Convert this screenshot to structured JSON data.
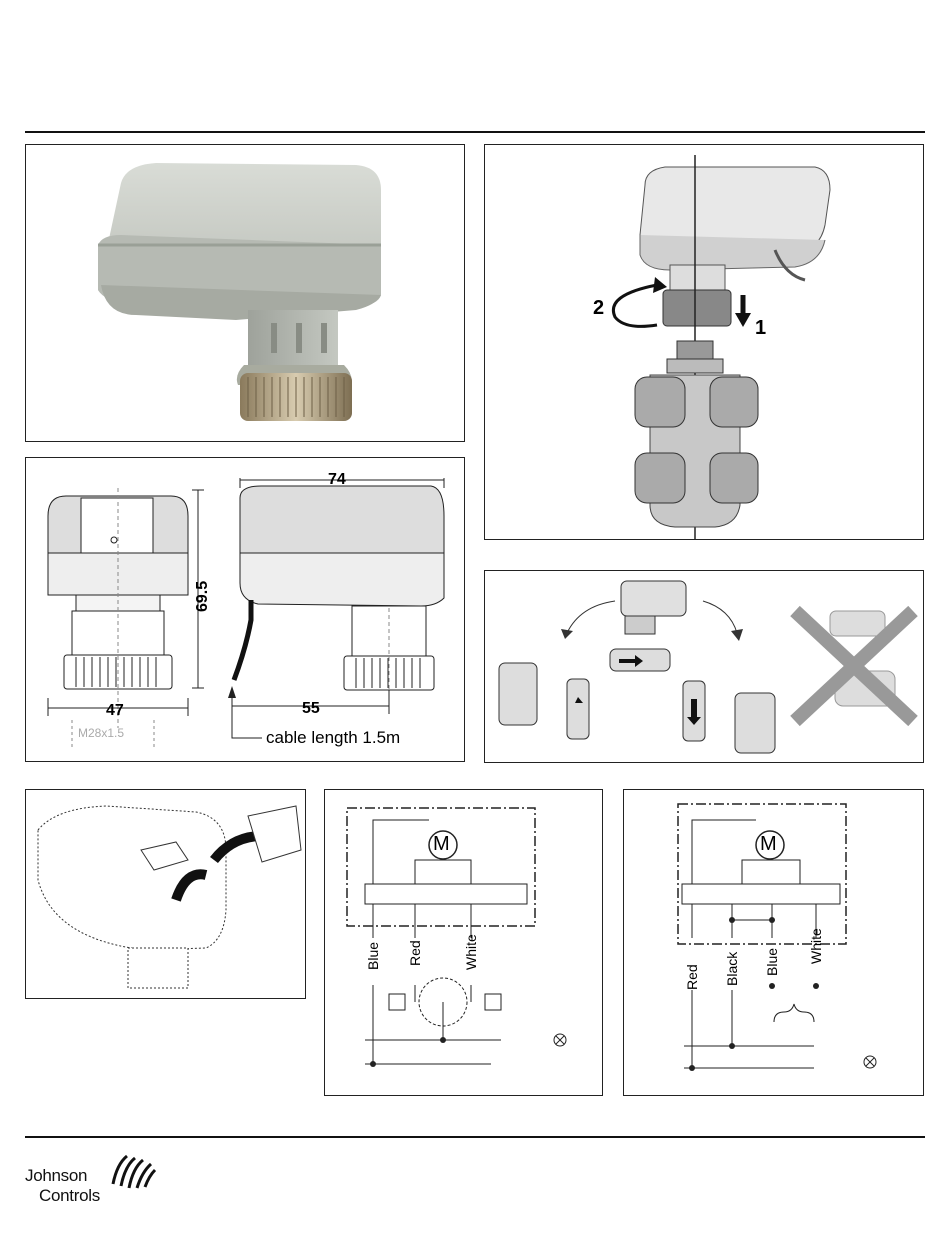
{
  "installation": {
    "step1": "1",
    "step2": "2"
  },
  "dimensions": {
    "height": "69.5",
    "width_front": "47",
    "length": "74",
    "spacing": "55",
    "thread": "M28x1.5",
    "cable": "cable length 1.5m"
  },
  "wiring_left": {
    "motor": "M",
    "wires": [
      "Blue",
      "Red",
      "White"
    ]
  },
  "wiring_right": {
    "motor": "M",
    "wires": [
      "Red",
      "Black",
      "Blue",
      "White"
    ]
  },
  "footer": {
    "logo_line1": "Johnson",
    "logo_line2": "Controls"
  }
}
